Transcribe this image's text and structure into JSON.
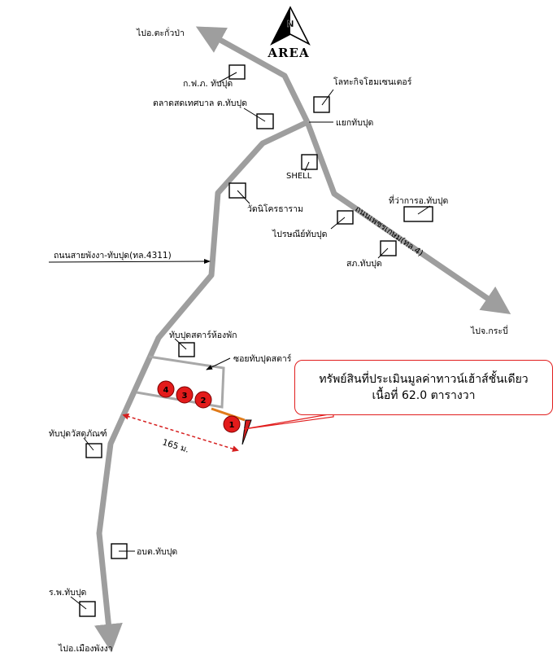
{
  "compass": {
    "letter": "N",
    "logo_text": "AREA"
  },
  "labels": {
    "to_takua_pa": "ไปอ.ตะกั่วป่า",
    "lotus": "โลทะกิจโฮมเซนเตอร์",
    "pea": "ก.ฟ.ภ. ทับปุด",
    "market": "ตลาดสดเทศบาล ต.ทับปุด",
    "junction": "แยกทับปุด",
    "shell": "SHELL",
    "temple": "วัดนิโครธาราม",
    "district_office": "ที่ว่าการอ.ทับปุด",
    "petchkasem_road": "ถนนเพชรเกษม(ทล.4)",
    "post_office": "ไปรษณีย์ทับปุด",
    "phangnga_road": "ถนนสายพังงา-ทับปุด(ทล.4311)",
    "police": "สภ.ทับปุด",
    "to_krabi": "ไปจ.กระบี่",
    "apartment": "ทับปุดสตาร์ห้องพัก",
    "soi_star": "ซอยทับปุดสตาร์",
    "material_shop": "ทับปุดวัสดุภัณฑ์",
    "distance": "165 ม.",
    "sao": "อบต.ทับปุด",
    "hospital": "ร.พ.ทับปุด",
    "to_phangnga": "ไปอ.เมืองพังงา"
  },
  "plots": [
    "1",
    "2",
    "3",
    "4"
  ],
  "callout": {
    "line1": "ทรัพย์สินที่ประเมินมูลค่าทาวน์เฮ้าส์ชั้นเดียว",
    "line2": "เนื้อที่ 62.0 ตารางวา"
  },
  "colors": {
    "road": "#9e9e9e",
    "plot": "#e31b1b",
    "callout_border": "#e11d1d",
    "frontage": "#e07b1a"
  }
}
